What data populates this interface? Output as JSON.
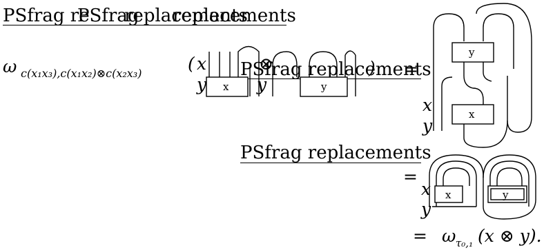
{
  "psfrag_a": "PSfrag re",
  "psfrag_b": "PSfrag",
  "psfrag_c": "replacements",
  "psfrag_mid": "PSfrag replacements",
  "psfrag_lower": "PSfrag replacements",
  "omega_prefix": "ω",
  "omega_subscript": "c(x₁x₃),c(x₁x₂)⊗c(x₂x₃)",
  "open_paren": "(",
  "close_paren": ")",
  "tensor": "⊗",
  "equals": "=",
  "var_x": "x",
  "var_y": "y",
  "box_x": "x",
  "box_y": "y",
  "final_omega": "ω",
  "final_subscript": "τ₀,₁",
  "final_arg": "(x ⊗ y)."
}
